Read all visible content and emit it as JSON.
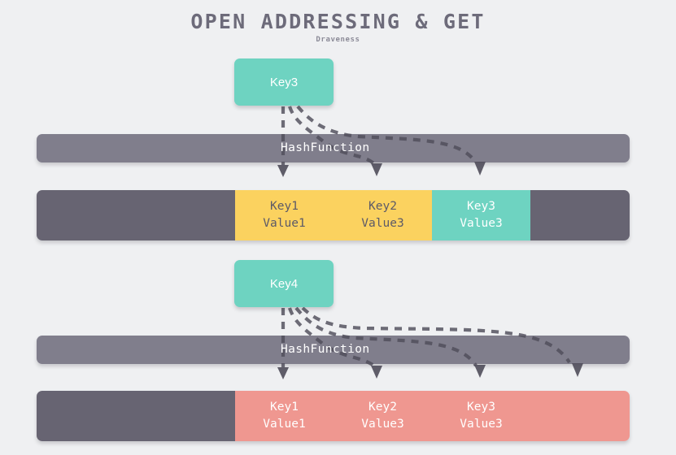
{
  "header": {
    "title": "OPEN ADDRESSING & GET",
    "subtitle": "Draveness"
  },
  "colors": {
    "background": "#eff0f2",
    "teal": "#6ed3c1",
    "yellow": "#fbd25f",
    "salmon": "#ef9790",
    "bar_gray": "#807e8c",
    "cell_gray": "#676472",
    "arrow": "#4f4d5a",
    "title_text": "#6d6b7a"
  },
  "sections": [
    {
      "name": "get-key3",
      "key_box": {
        "label": "Key3"
      },
      "hash_bar": {
        "label": "HashFunction"
      },
      "probe_count": 3,
      "cells": [
        {
          "key": "",
          "value": "",
          "fill": "gray",
          "text": ""
        },
        {
          "key": "Key1",
          "value": "Value1",
          "fill": "yellow",
          "text": "dark"
        },
        {
          "key": "Key2",
          "value": "Value3",
          "fill": "yellow",
          "text": "dark"
        },
        {
          "key": "Key3",
          "value": "Value3",
          "fill": "teal",
          "text": "light"
        },
        {
          "key": "",
          "value": "",
          "fill": "gray",
          "text": ""
        }
      ]
    },
    {
      "name": "get-key4",
      "key_box": {
        "label": "Key4"
      },
      "hash_bar": {
        "label": "HashFunction"
      },
      "probe_count": 4,
      "cells": [
        {
          "key": "",
          "value": "",
          "fill": "gray",
          "text": ""
        },
        {
          "key": "Key1",
          "value": "Value1",
          "fill": "salmon",
          "text": "light"
        },
        {
          "key": "Key2",
          "value": "Value3",
          "fill": "salmon",
          "text": "light"
        },
        {
          "key": "Key3",
          "value": "Value3",
          "fill": "salmon",
          "text": "light"
        },
        {
          "key": "",
          "value": "",
          "fill": "salmon",
          "text": ""
        }
      ]
    }
  ]
}
